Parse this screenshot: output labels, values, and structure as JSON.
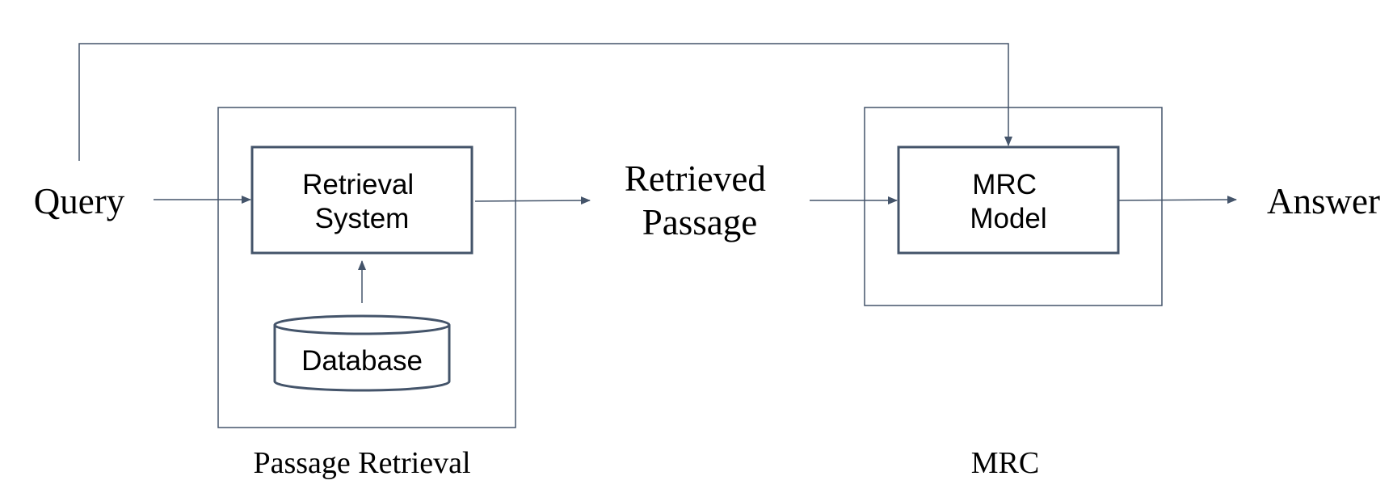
{
  "colors": {
    "stroke": "#44546a",
    "background": "#ffffff",
    "text": "#000000"
  },
  "nodes": {
    "query": "Query",
    "retrieval_system": [
      "Retrieval",
      "System"
    ],
    "database": "Database",
    "retrieved_passage": [
      "Retrieved",
      "Passage"
    ],
    "mrc_model": [
      "MRC",
      "Model"
    ],
    "answer": "Answer"
  },
  "groups": {
    "passage_retrieval": "Passage Retrieval",
    "mrc": "MRC"
  }
}
